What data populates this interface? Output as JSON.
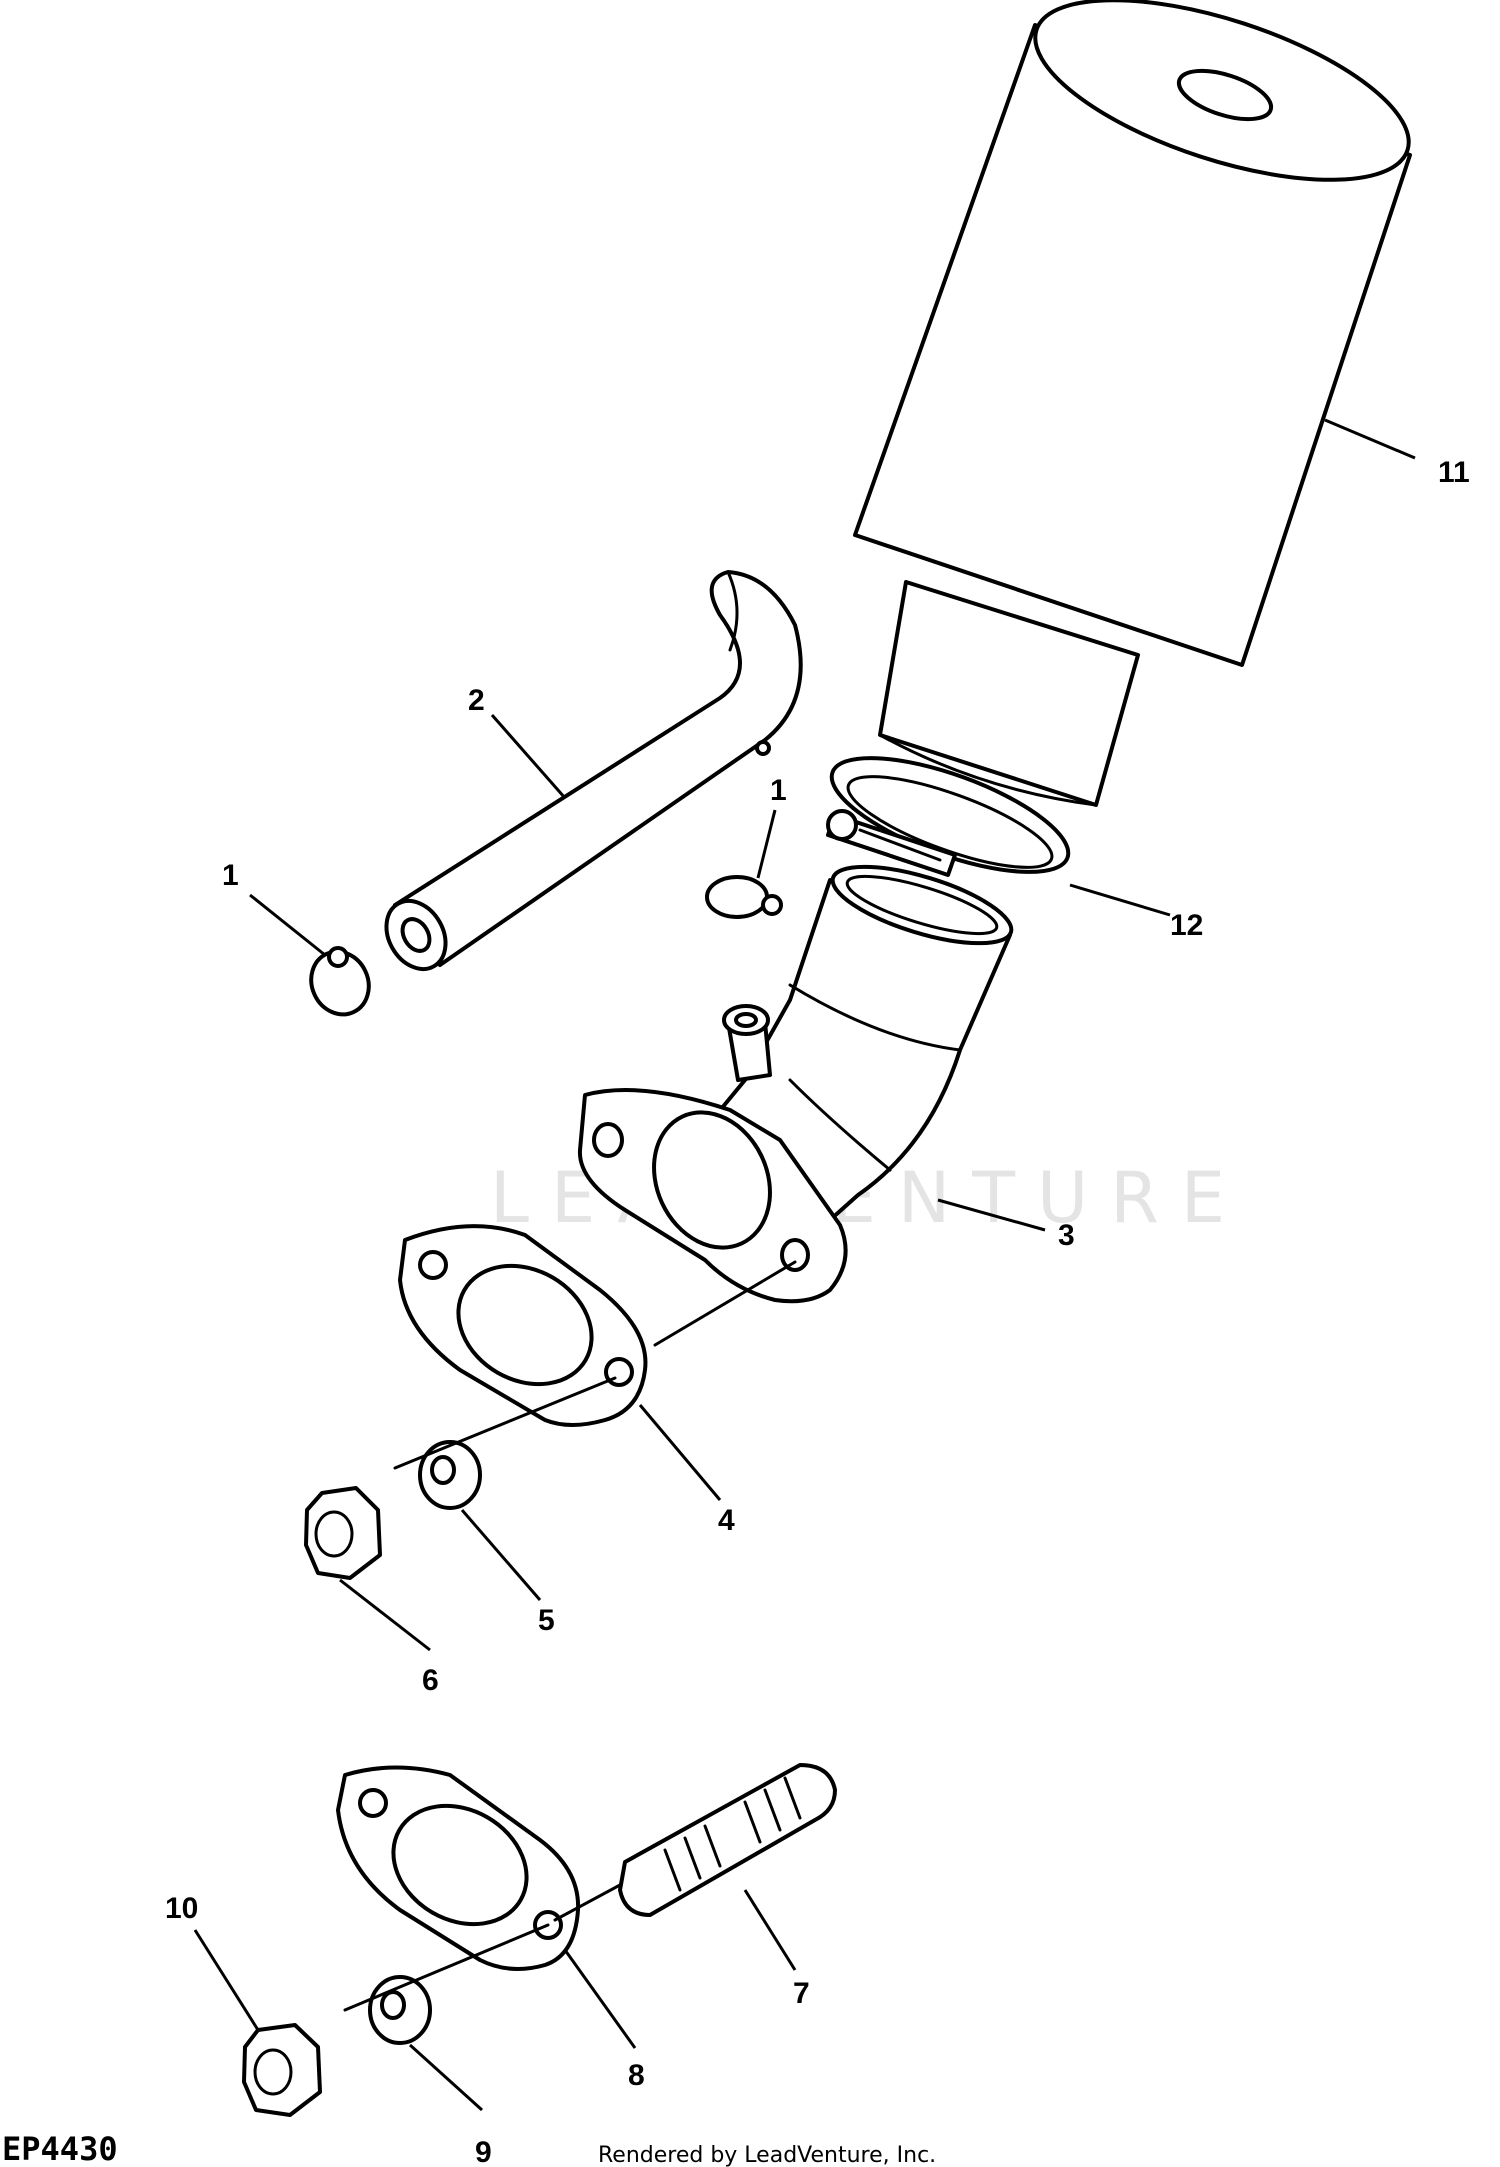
{
  "diagram": {
    "watermark": "LEADVENTURE",
    "drawing_code": "EP4430",
    "credit": "Rendered by LeadVenture, Inc.",
    "callouts": {
      "c1a": "1",
      "c1b": "1",
      "c2": "2",
      "c3": "3",
      "c4": "4",
      "c5": "5",
      "c6": "6",
      "c7": "7",
      "c8": "8",
      "c9": "9",
      "c10": "10",
      "c11": "11",
      "c12": "12"
    }
  }
}
